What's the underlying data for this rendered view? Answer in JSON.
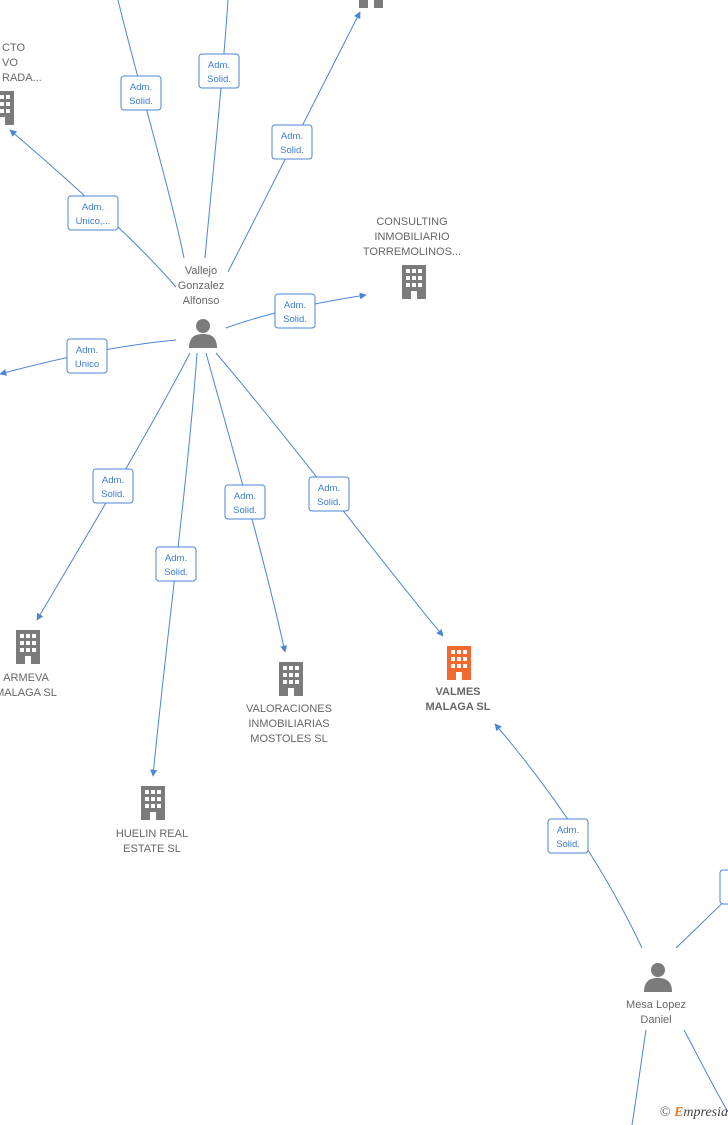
{
  "colors": {
    "edge": "#4a86d6",
    "node_company": "#7b7b7b",
    "node_focus": "#f26a2e",
    "node_person": "#7b7b7b",
    "label_text": "#666666"
  },
  "persons": [
    {
      "id": "vallejo",
      "lines": [
        "Vallejo",
        "Gonzalez",
        "Alfonso"
      ]
    },
    {
      "id": "mesa",
      "lines": [
        "Mesa Lopez",
        "Daniel"
      ]
    }
  ],
  "companies": [
    {
      "id": "top-partial",
      "lines": []
    },
    {
      "id": "left-partial",
      "lines": [
        "CTO",
        "VO",
        "RADA..."
      ]
    },
    {
      "id": "consulting",
      "lines": [
        "CONSULTING",
        "INMOBILIARIO",
        "TORREMOLINOS..."
      ]
    },
    {
      "id": "armeva",
      "lines": [
        "ARMEVA",
        "MALAGA  SL"
      ]
    },
    {
      "id": "valoraciones",
      "lines": [
        "VALORACIONES",
        "INMOBILIARIAS",
        "MOSTOLES  SL"
      ]
    },
    {
      "id": "valmes",
      "lines": [
        "VALMES",
        "MALAGA  SL"
      ],
      "focus": true
    },
    {
      "id": "huelin",
      "lines": [
        "HUELIN REAL",
        "ESTATE  SL"
      ]
    }
  ],
  "edges": [
    {
      "id": "e-top1",
      "label": [
        "Adm.",
        "Solid."
      ]
    },
    {
      "id": "e-top2",
      "label": [
        "Adm.",
        "Solid."
      ]
    },
    {
      "id": "e-top3",
      "label": [
        "Adm.",
        "Solid."
      ]
    },
    {
      "id": "e-left",
      "label": [
        "Adm.",
        "Unico,..."
      ]
    },
    {
      "id": "e-consulting",
      "label": [
        "Adm.",
        "Solid."
      ]
    },
    {
      "id": "e-leftunico",
      "label": [
        "Adm.",
        "Unico"
      ]
    },
    {
      "id": "e-armeva",
      "label": [
        "Adm.",
        "Solid."
      ]
    },
    {
      "id": "e-huelin",
      "label": [
        "Adm.",
        "Solid."
      ]
    },
    {
      "id": "e-valoraciones",
      "label": [
        "Adm.",
        "Solid."
      ]
    },
    {
      "id": "e-valmes",
      "label": [
        "Adm.",
        "Solid."
      ]
    },
    {
      "id": "e-mesa-valmes",
      "label": [
        "Adm.",
        "Solid."
      ]
    },
    {
      "id": "e-mesa-right",
      "label": []
    },
    {
      "id": "e-mesa-down1",
      "label": []
    },
    {
      "id": "e-mesa-down2",
      "label": []
    }
  ],
  "watermark": {
    "copyright": "©",
    "brand_first": "E",
    "brand_rest": "mpresia"
  }
}
